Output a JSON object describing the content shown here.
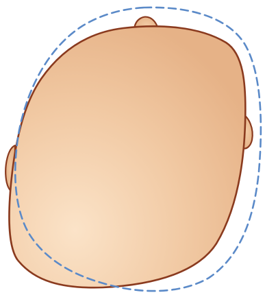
{
  "diagram": {
    "colors": {
      "background": "#ffffff",
      "skin_light": "#f8dcc0",
      "skin_mid": "#efc39b",
      "skin_dark": "#e3ad80",
      "outline": "#8a3a1e",
      "reference_outline": "#5b8ac8"
    },
    "elements": {
      "head": "flat-head-top-view",
      "reference": "normal-head-shape-dashed-outline",
      "ears": [
        "left-ear",
        "right-ear"
      ],
      "nose": "nose-bump"
    }
  }
}
